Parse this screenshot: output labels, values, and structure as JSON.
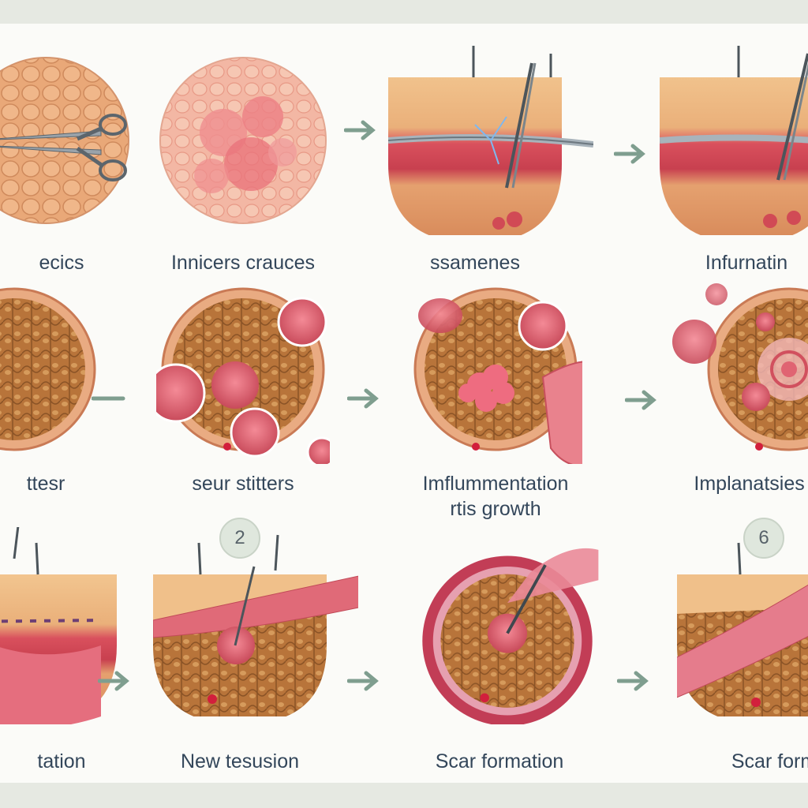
{
  "rows": [
    {
      "labels": [
        "ecics",
        "Innicers crauces",
        "ssamenes",
        "Infurnatin"
      ]
    },
    {
      "labels": [
        "ttesr",
        "seur stitters",
        "Imflummentation",
        "Implanatsies g"
      ],
      "sub_label": "rtis growth"
    },
    {
      "labels": [
        "tation",
        "New tesusion",
        "Scar formation",
        "Scar forma"
      ]
    }
  ],
  "badges": [
    "2",
    "6"
  ],
  "icons": [
    "scissors-icon",
    "forceps-icon",
    "suture-needle-icon",
    "arrow-right-icon"
  ],
  "colors": {
    "skin": "#e7b07c",
    "tissue_red": "#d94c5a",
    "inflamed_pink": "#e8788a",
    "arrow": "#7f9e8f",
    "label_text": "#33465a",
    "background": "#fbfbf8"
  }
}
